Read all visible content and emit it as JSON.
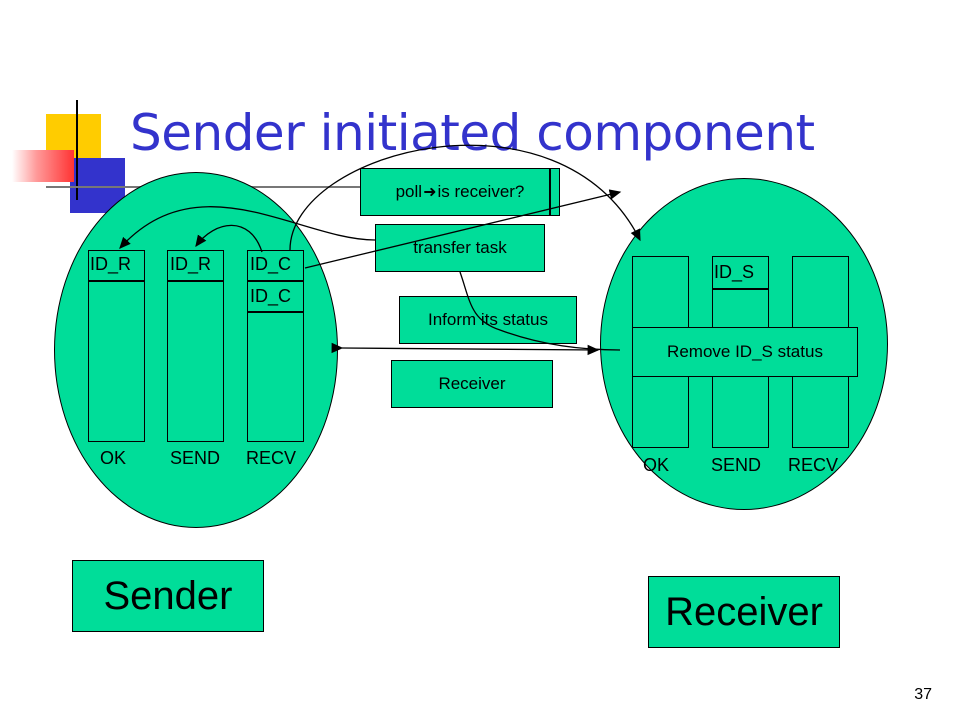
{
  "title": "Sender initiated component",
  "sender": {
    "col_labels": [
      "ID_R",
      "ID_R",
      "ID_C"
    ],
    "extra_label": "ID_C",
    "bottom_labels": [
      "OK",
      "SEND",
      "RECV"
    ],
    "name": "Sender"
  },
  "receiver": {
    "col_label": "ID_S",
    "status_box": "Remove ID_S status",
    "bottom_labels": [
      "OK",
      "SEND",
      "RECV"
    ],
    "name": "Receiver"
  },
  "messages": {
    "poll_prefix": "poll",
    "poll_suffix": "is receiver?",
    "transfer": "transfer task",
    "inform": "Inform its status",
    "receiver": "Receiver"
  },
  "page_number": "37",
  "colors": {
    "shape_fill": "#00dd99",
    "title": "#3333cc"
  }
}
